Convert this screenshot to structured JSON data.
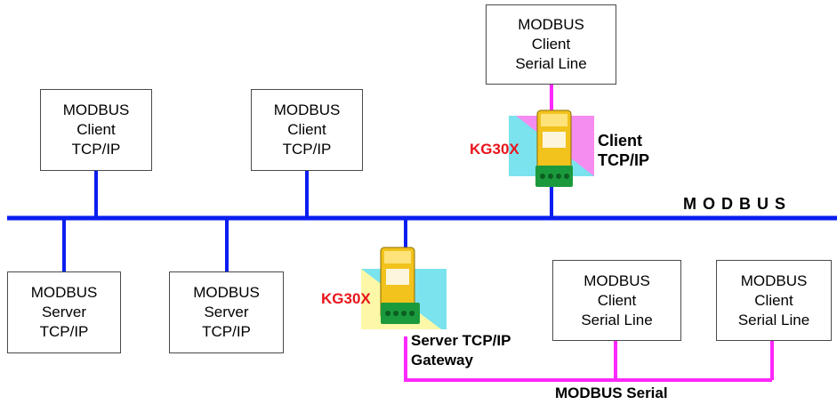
{
  "bus_label": "M O D B U S",
  "serial_label": "MODBUS Serial",
  "gateway_model": "KG30X",
  "clients_tcp": [
    {
      "lines": [
        "MODBUS",
        "Client",
        "TCP/IP"
      ]
    },
    {
      "lines": [
        "MODBUS",
        "Client",
        "TCP/IP"
      ]
    }
  ],
  "servers_tcp": [
    {
      "lines": [
        "MODBUS",
        "Server",
        "TCP/IP"
      ]
    },
    {
      "lines": [
        "MODBUS",
        "Server",
        "TCP/IP"
      ]
    }
  ],
  "serial_clients": [
    {
      "lines": [
        "MODBUS",
        "Client",
        "Serial Line"
      ]
    },
    {
      "lines": [
        "MODBUS",
        "Client",
        "Serial Line"
      ]
    },
    {
      "lines": [
        "MODBUS",
        "Client",
        "Serial Line"
      ]
    }
  ],
  "gateway_top": {
    "role_line1": "Client",
    "role_line2": "TCP/IP"
  },
  "gateway_bottom": {
    "role_line1": "Server TCP/IP",
    "role_line2": "Gateway"
  },
  "colors": {
    "ethernet": "#0b1ef0",
    "serial": "#ff28ff",
    "box_border": "#4a4a4a",
    "model_text": "#e8141c"
  }
}
